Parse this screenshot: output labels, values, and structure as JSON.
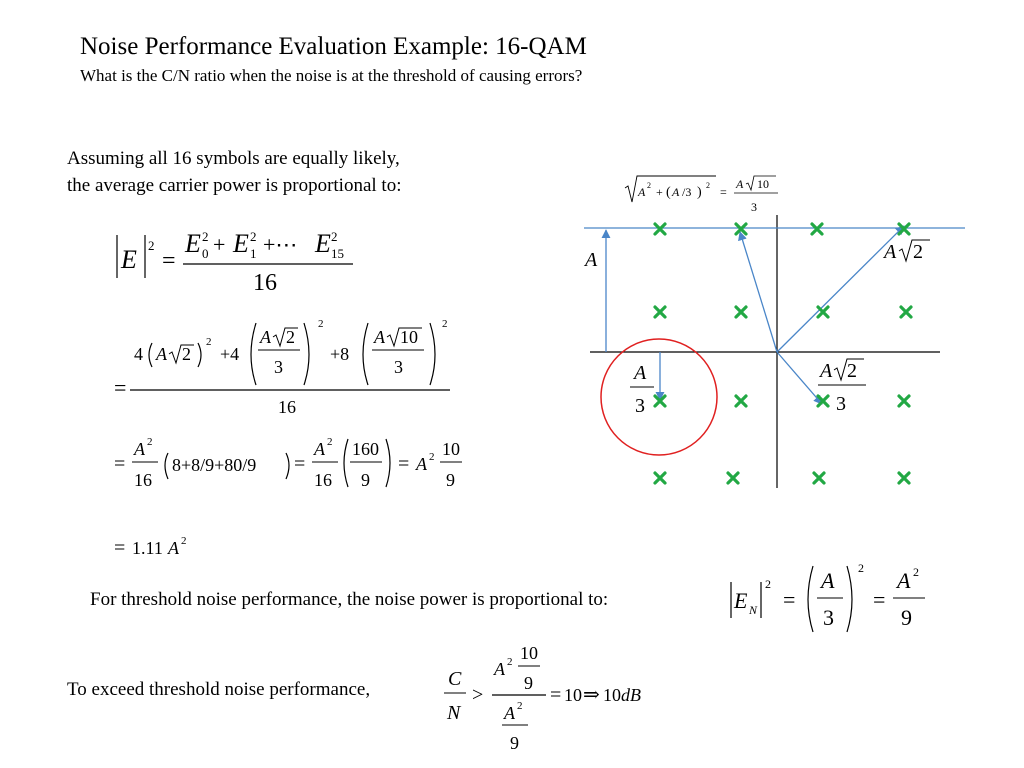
{
  "slide": {
    "title": "Noise Performance Evaluation Example: 16-QAM",
    "subtitle": "What is the C/N ratio when the noise is at the threshold of causing errors?",
    "intro_line1": "Assuming all 16 symbols are equally likely,",
    "intro_line2": "the average carrier power is proportional to:",
    "threshold_text": "For threshold noise performance, the noise power is proportional to:",
    "exceed_text": "To exceed threshold noise performance,"
  },
  "equations": {
    "e1": {
      "lhs_E": "E",
      "sq": "2",
      "eq": "=",
      "num_E0": "E",
      "sub0": "0",
      "sup0": "2",
      "plus1": "+",
      "num_E1": "E",
      "sub1": "1",
      "sup1": "2",
      "plus_dots": "+⋯",
      "num_E15": "E",
      "sub15": "15",
      "sup15": "2",
      "den": "16"
    },
    "e2": {
      "eq": "=",
      "c4": "4",
      "A1": "A",
      "r2a": "2",
      "sq1": "2",
      "plus4": "+4",
      "A2": "A",
      "r2b": "2",
      "den3a": "3",
      "sq2": "2",
      "plus8": "+8",
      "A3": "A",
      "r10": "10",
      "den3b": "3",
      "sq3": "2",
      "den": "16"
    },
    "e3": {
      "eq1": "=",
      "A_a": "A",
      "sup_a": "2",
      "den16a": "16",
      "inner": "8+8/9+80/9",
      "eq2": "=",
      "A_b": "A",
      "sup_b": "2",
      "den16b": "16",
      "n160": "160",
      "d9a": "9",
      "eq3": "=",
      "A_c": "A",
      "sup_c": "2",
      "n10": "10",
      "d9b": "9"
    },
    "e4": {
      "eq": "=",
      "val": "1.11",
      "A": "A",
      "sup": "2"
    },
    "e5": {
      "E": "E",
      "sub": "N",
      "sup": "2",
      "eq1": "=",
      "A_a": "A",
      "d3": "3",
      "sup_paren": "2",
      "eq2": "=",
      "A_b": "A",
      "sup_b": "2",
      "d9": "9"
    },
    "e6": {
      "C": "C",
      "N": "N",
      "gt": ">",
      "A_top": "A",
      "sup_top": "2",
      "n10": "10",
      "d9a": "9",
      "A_bot": "A",
      "sup_bot": "2",
      "d9b": "9",
      "eq": "=",
      "ten": "10",
      "implies": "⇒",
      "ten_b": "10",
      "dB": "dB"
    }
  },
  "diagram": {
    "top_label_A": "A",
    "top_label_2": "2",
    "top_eq": "=",
    "top_A": "A",
    "top_10": "10",
    "top_den": "3",
    "label_A": "A",
    "label_Ar2_A": "A",
    "label_Ar2_2": "2",
    "label_A3_A": "A",
    "label_A3_3": "3",
    "label_Ar23_A": "A",
    "label_Ar23_2": "2",
    "label_Ar23_3": "3",
    "marker_color": "#22a844",
    "arrow_color": "#4a86c8",
    "circle_color": "#e02020",
    "axis_color": "#000000"
  }
}
